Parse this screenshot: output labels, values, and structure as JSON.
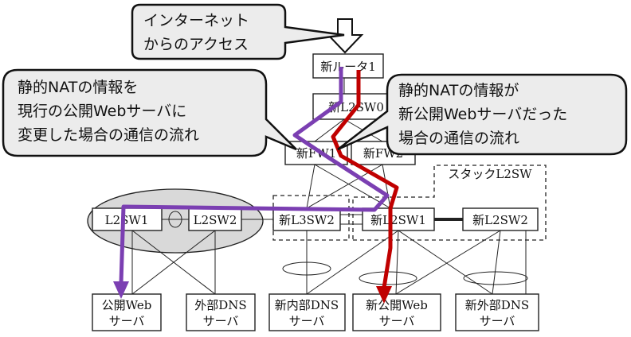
{
  "callouts": {
    "internet": [
      "インターネット",
      "からのアクセス"
    ],
    "current": [
      "静的NATの情報を",
      "現行の公開Webサーバに",
      "変更した場合の通信の流れ"
    ],
    "new": [
      "静的NATの情報が",
      "新公開Webサーバだった",
      "場合の通信の流れ"
    ]
  },
  "devices": {
    "router": "新ルータ1",
    "l2sw0": "新L2SW0",
    "fw1": "新FW1",
    "fw2": "新FW2",
    "stack_label": "スタックL2SW",
    "l2sw1": "L2SW1",
    "l2sw2": "L2SW2",
    "new_l3sw2": "新L3SW2",
    "new_l2sw1": "新L2SW1",
    "new_l2sw2": "新L2SW2"
  },
  "servers": {
    "public_web": {
      "name": "公開Web",
      "type": "サーバ"
    },
    "external_dns": {
      "name": "外部DNS",
      "type": "サーバ"
    },
    "new_internal_dns": {
      "name": "新内部DNS",
      "type": "サーバ"
    },
    "new_public_web": {
      "name": "新公開Web",
      "type": "サーバ"
    },
    "new_external_dns": {
      "name": "新外部DNS",
      "type": "サーバ"
    }
  },
  "colors": {
    "red_flow": "#c00000",
    "purple_flow": "#7b3fb2",
    "callout_fill": "#ececec",
    "cluster_fill": "#d9d9d9"
  }
}
